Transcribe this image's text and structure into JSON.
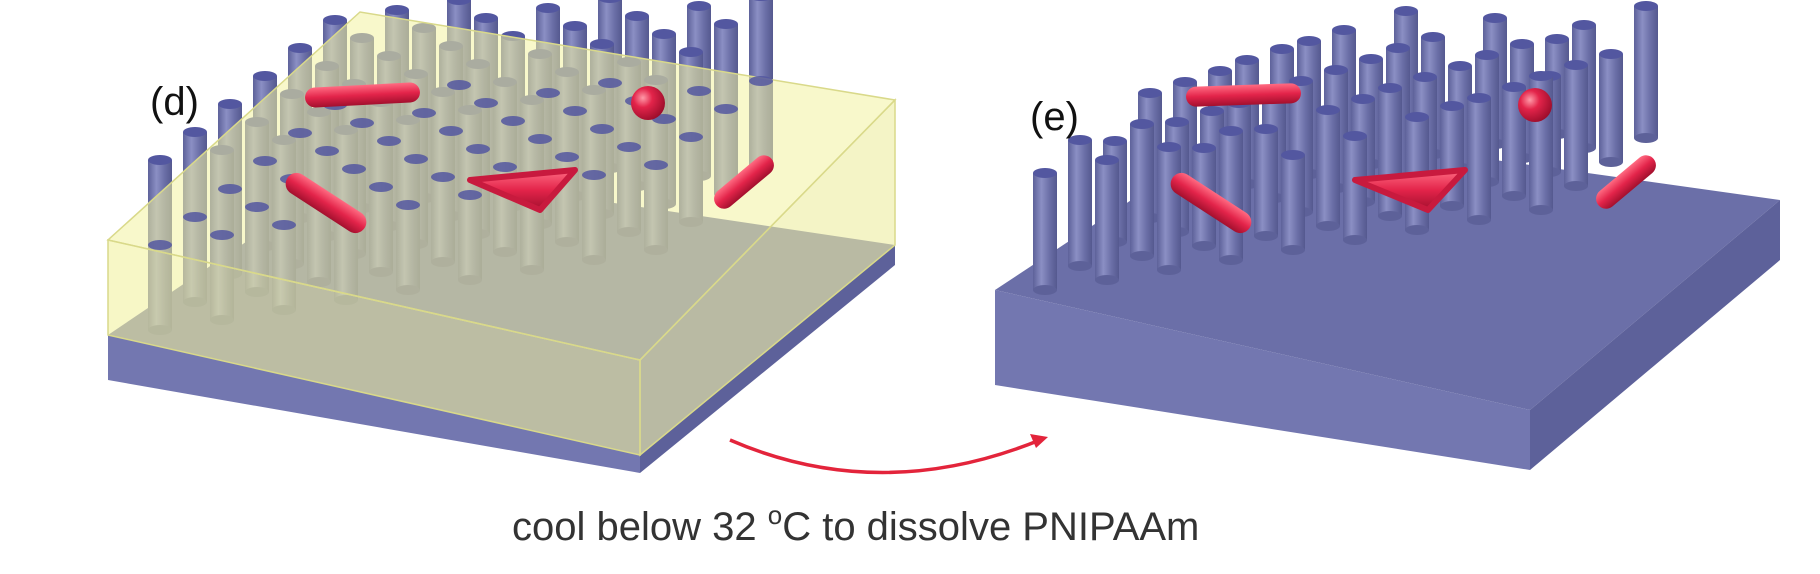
{
  "panels": [
    {
      "label": "(d)"
    },
    {
      "label": "(e)"
    }
  ],
  "caption": {
    "before_sup": "cool below 32 ",
    "sup": "o",
    "after_sup": "C to dissolve PNIPAAm"
  },
  "colors": {
    "substrate_top": "#6b6fa8",
    "substrate_side": "#5d619a",
    "substrate_front": "#7377b0",
    "pillar": "#6f73ab",
    "pillar_top": "#5357a0",
    "hydrogel_fill": "#f2f2a0",
    "hydrogel_edge": "#d9d98a",
    "particle_red": "#e3244a",
    "arrow_red": "#e3243b"
  }
}
